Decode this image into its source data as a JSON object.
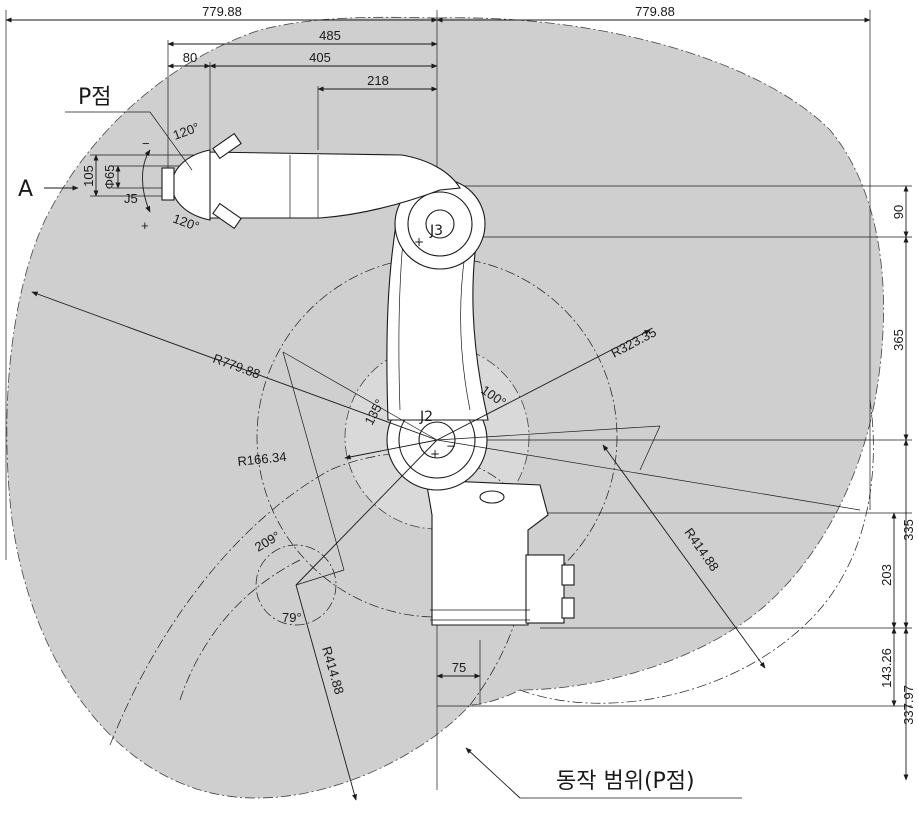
{
  "figure": {
    "top_dims": {
      "left_width": "779.88",
      "right_width": "779.88"
    },
    "arm_dims": {
      "d485": "485",
      "d80": "80",
      "d405": "405",
      "d218": "218"
    },
    "side_dims": {
      "d90": "90",
      "d365": "365",
      "d335": "335",
      "d203": "203",
      "d143": "143.26",
      "d337": "337.97",
      "d75": "75"
    },
    "wrist": {
      "d105": "105",
      "phi65": "Φ65",
      "j5": "J5",
      "angle_top": "120°",
      "angle_bottom": "120°",
      "minus": "−",
      "plus": "+"
    },
    "labels": {
      "p_point": "P점",
      "view_a": "A",
      "j3": "J3",
      "j2": "J2",
      "j3_plus": "+",
      "j2_plus": "+",
      "j2_minus": "−",
      "motion_range": "동작 범위(P점)"
    },
    "radii": {
      "r779": "R779.88",
      "r323": "R323.35",
      "r166": "R166.34",
      "r414_right": "R414.88",
      "r414_bottom": "R414.88"
    },
    "angles": {
      "a135": "135°",
      "a100": "100°",
      "a209": "209°",
      "a79": "79°"
    }
  }
}
